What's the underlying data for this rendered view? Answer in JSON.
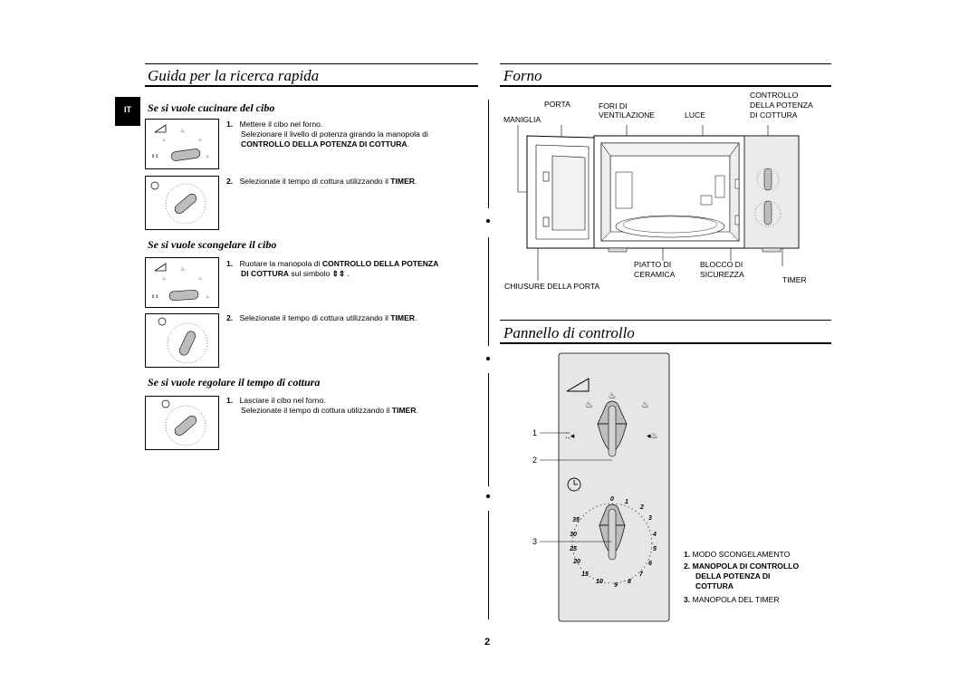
{
  "language_tab": "IT",
  "left": {
    "title": "Guida per la ricerca rapida",
    "sections": [
      {
        "heading": "Se si vuole cucinare del cibo",
        "steps": [
          {
            "num": "1.",
            "lines": [
              "Mettere il cibo nel forno.",
              "Selezionare il livello di potenza girando la manopola di"
            ],
            "bold_line": "CONTROLLO DELLA POTENZA DI COTTURA",
            "bold_tail": "."
          },
          {
            "num": "2.",
            "text": "Selezionate il tempo di cottura utilizzando il",
            "bold": "TIMER",
            "tail": "."
          }
        ]
      },
      {
        "heading": "Se si vuole scongelare il cibo",
        "steps": [
          {
            "num": "1.",
            "text": "Ruotare la manopola di",
            "bold": "CONTROLLO DELLA POTENZA",
            "line2_bold": "DI COTTURA",
            "line2_text": "sul simbolo",
            "symbol": "⇕⇕",
            "tail": "."
          },
          {
            "num": "2.",
            "text": "Selezionate il tempo di cottura utilizzando il",
            "bold": "TIMER",
            "tail": "."
          }
        ]
      },
      {
        "heading": "Se si vuole regolare il tempo di cottura",
        "steps": [
          {
            "num": "1.",
            "lines": [
              "Lasciare il cibo nel forno.",
              "Selezionate il tempo di cottura utilizzando il"
            ],
            "bold": "TIMER",
            "tail": "."
          }
        ]
      }
    ]
  },
  "oven": {
    "title": "Forno",
    "labels": {
      "porta": "PORTA",
      "maniglia": "MANIGLIA",
      "fori_1": "FORI DI",
      "fori_2": "VENTILAZIONE",
      "luce": "LUCE",
      "controllo_1": "CONTROLLO",
      "controllo_2": "DELLA POTENZA",
      "controllo_3": "DI COTTURA",
      "piatto_1": "PIATTO DI",
      "piatto_2": "CERAMICA",
      "blocco_1": "BLOCCO DI",
      "blocco_2": "SICUREZZA",
      "timer": "TIMER",
      "chiusure": "CHIUSURE DELLA PORTA"
    }
  },
  "panel": {
    "title": "Pannello di controllo",
    "callouts": [
      "1",
      "2",
      "3"
    ],
    "timer_numbers": [
      "0",
      "1",
      "2",
      "3",
      "4",
      "5",
      "6",
      "7",
      "8",
      "9",
      "10",
      "15",
      "20",
      "25",
      "30",
      "35"
    ],
    "legend": [
      {
        "num": "1.",
        "text": "MODO SCONGELAMENTO",
        "bold": false
      },
      {
        "num": "2.",
        "text": "MANOPOLA DI CONTROLLO",
        "text2": "DELLA POTENZA DI",
        "text3": "COTTURA",
        "bold": true
      },
      {
        "num": "3.",
        "text": "MANOPOLA DEL TIMER",
        "bold": false
      }
    ]
  },
  "page_number": "2",
  "colors": {
    "panel_fill": "#e6e6e6",
    "knob_fill": "#bdbdbd",
    "rule": "#000000"
  }
}
